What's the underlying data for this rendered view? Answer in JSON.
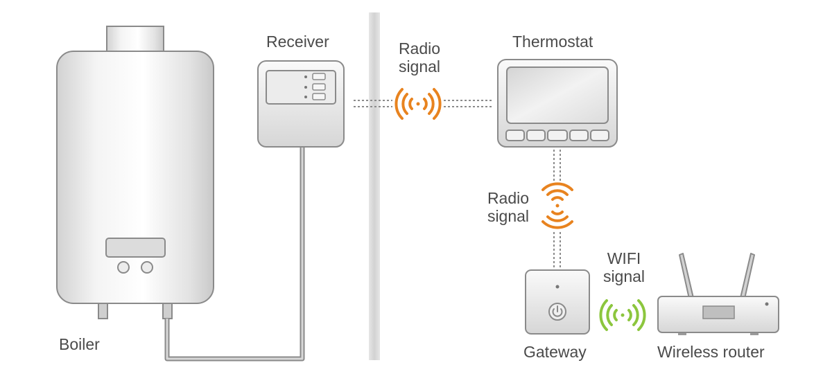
{
  "labels": {
    "boiler": "Boiler",
    "receiver": "Receiver",
    "thermostat": "Thermostat",
    "radio_signal_top_line1": "Radio",
    "radio_signal_top_line2": "signal",
    "radio_signal_mid_line1": "Radio",
    "radio_signal_mid_line2": "signal",
    "wifi_signal_line1": "WIFI",
    "wifi_signal_line2": "signal",
    "gateway": "Gateway",
    "wireless_router": "Wireless router"
  },
  "colors": {
    "radio_signal": "#e8831f",
    "wifi_signal": "#8cc63e",
    "device_outline": "#8a8a8a",
    "divider": "#d9d9d9",
    "text": "#4a4a4a"
  },
  "icons": {
    "radio_top": "radio-waves-icon",
    "radio_mid": "radio-waves-icon",
    "wifi": "wifi-waves-icon",
    "gateway_power": "power-icon"
  }
}
